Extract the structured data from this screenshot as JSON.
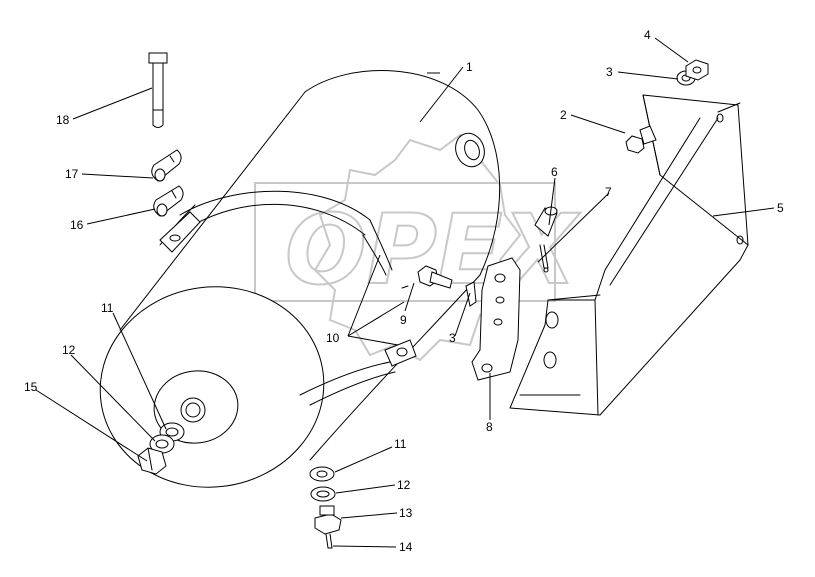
{
  "watermark": {
    "text": "OPEX"
  },
  "callouts": [
    "1",
    "2",
    "3",
    "4",
    "5",
    "6",
    "7",
    "8",
    "9",
    "10",
    "3",
    "11",
    "12",
    "15",
    "11",
    "12",
    "13",
    "14",
    "16",
    "17",
    "18"
  ]
}
